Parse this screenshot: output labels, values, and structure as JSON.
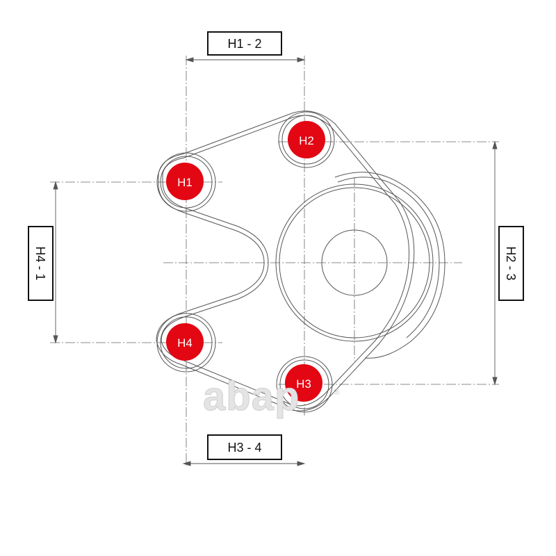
{
  "colors": {
    "hole_fill": "#e30613",
    "line": "#666666",
    "box_border": "#111111",
    "watermark": "#e4e4e4"
  },
  "holes": {
    "h1": "H1",
    "h2": "H2",
    "h3": "H3",
    "h4": "H4"
  },
  "dimensions": {
    "h1_h2": "H1 - 2",
    "h2_h3": "H2 - 3",
    "h3_h4": "H3 - 4",
    "h4_h1": "H4 - 1"
  },
  "watermark": {
    "brand": "abap",
    "registered": "®"
  }
}
